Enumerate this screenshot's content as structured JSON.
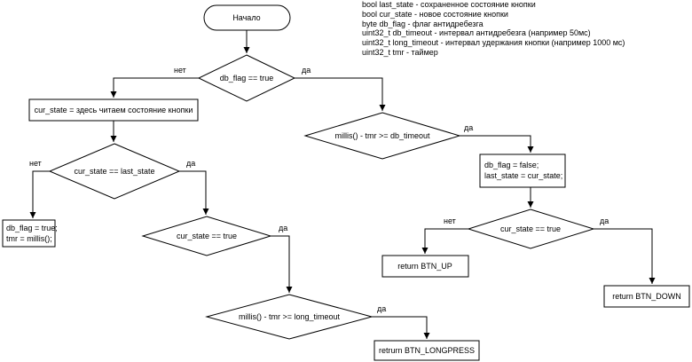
{
  "nodes": {
    "start": "Начало",
    "db_flag_check": "db_flag == true",
    "read_state": "cur_state = здесь читаем состояние кнопки",
    "timeout_check": "millis() - tmr >= db_timeout",
    "state_equal_check": "cur_state == last_state",
    "set_flag_timer": [
      "db_flag = true;",
      "tmr = millis();"
    ],
    "reset_flag_state": [
      "db_flag = false;",
      "last_state = cur_state;"
    ],
    "state_true_check_left": "cur_state == true",
    "state_true_check_right": "cur_state == true",
    "return_up": "return BTN_UP",
    "return_down": "return BTN_DOWN",
    "longpress_check": "millis() - tmr >= long_timeout",
    "return_longpress": "retrurn BTN_LONGPRESS"
  },
  "edge_labels": {
    "db_flag_no": "нет",
    "db_flag_yes": "да",
    "timeout_yes": "да",
    "state_equal_no": "нет",
    "state_equal_yes": "да",
    "state_true_left_yes": "да",
    "state_true_right_no": "нет",
    "state_true_right_yes": "да",
    "longpress_yes": "да"
  },
  "legend": [
    "bool last_state - сохраненное состояние кнопки",
    "bool cur_state - новое состояние кнопки",
    "byte db_flag - флаг антидребезга",
    "uint32_t db_timeout - интервал антидребезга (например 50мс)",
    "uint32_t long_timeout - интервал удержания кнопки (например 1000 мс)",
    "uint32_t tmr - таймер"
  ]
}
